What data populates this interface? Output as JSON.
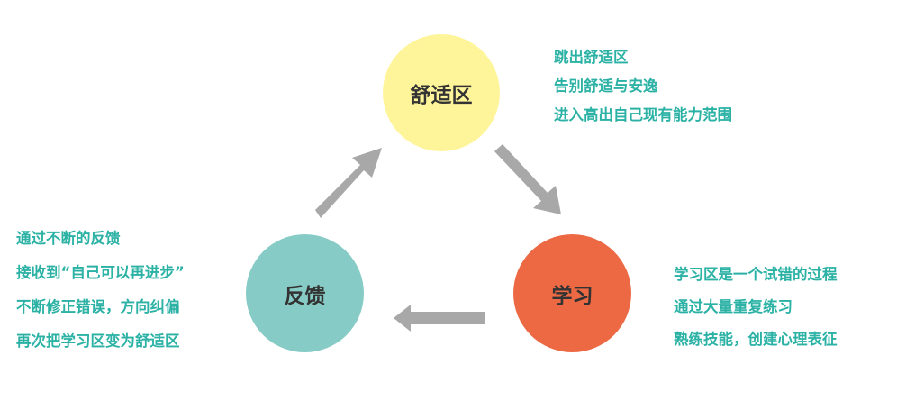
{
  "nodes": {
    "comfort": {
      "label": "舒适区",
      "color": "#fef59b"
    },
    "learning": {
      "label": "学习",
      "color": "#ec6944"
    },
    "feedback": {
      "label": "反馈",
      "color": "#86cbc5"
    }
  },
  "notes": {
    "comfort": [
      "跳出舒适区",
      "告别舒适与安逸",
      "进入高出自己现有能力范围"
    ],
    "learning": [
      "学习区是一个试错的过程",
      "通过大量重复练习",
      "熟练技能，创建心理表征"
    ],
    "feedback": [
      "通过不断的反馈",
      "接收到“自己可以再进步”",
      "不断修正错误，方向纠偏",
      "再次把学习区变为舒适区"
    ]
  },
  "colors": {
    "note_text": "#2bb2a5",
    "arrow": "#a8a8a8"
  }
}
